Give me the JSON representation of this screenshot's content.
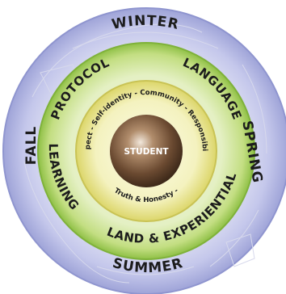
{
  "diagram": {
    "center": {
      "label": "STUDENT"
    },
    "outer_ring": {
      "top": "WINTER",
      "right": "SPRING",
      "bottom": "SUMMER",
      "left": "FALL"
    },
    "middle_ring": {
      "upper_left": "PROTOCOL",
      "upper_right": "LANGUAGE",
      "lower_right": "LAND & EXPERIENTIAL",
      "lower": "LEARNING"
    },
    "inner_ring": {
      "upper": "Respect - Self-identity - Community - Responsibility",
      "lower": "Truth & Honesty -"
    },
    "colors": {
      "outer_ring": "#b9bde6",
      "middle_ring": "#a9cc5e",
      "inner_ring": "#ece88e",
      "center": "#7a5a41",
      "background": "#ffffff"
    }
  }
}
